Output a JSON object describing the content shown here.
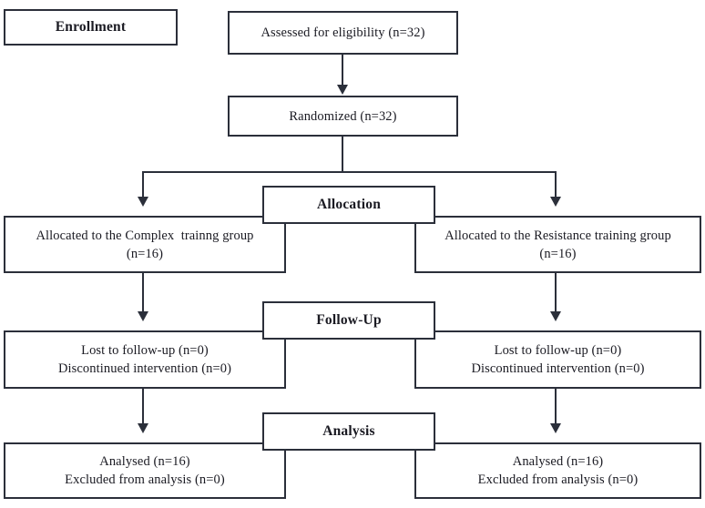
{
  "diagram": {
    "title": "CONSORT participant flow diagram",
    "stroke_color": "#2b2f3a",
    "text_color": "#1a1a22",
    "background_color": "#ffffff"
  },
  "stages": {
    "enrollment_label": "Enrollment",
    "allocation_label": "Allocation",
    "followup_label": "Follow-Up",
    "analysis_label": "Analysis"
  },
  "enrollment": {
    "assessed_line1": "Assessed for eligibility (n=32)",
    "randomized_line1": "Randomized (n=32)"
  },
  "allocation": {
    "left": {
      "line1": "Allocated to the Complex  trainng group",
      "line2": "(n=16)"
    },
    "right": {
      "line1": "Allocated to the Resistance training group",
      "line2": "(n=16)"
    }
  },
  "followup": {
    "left": {
      "line1": "Lost to follow-up (n=0)",
      "line2": "Discontinued intervention (n=0)"
    },
    "right": {
      "line1": "Lost to follow-up (n=0)",
      "line2": "Discontinued intervention (n=0)"
    }
  },
  "analysis": {
    "left": {
      "line1": "Analysed (n=16)",
      "line2": "Excluded from analysis (n=0)"
    },
    "right": {
      "line1": "Analysed (n=16)",
      "line2": "Excluded from analysis (n=0)"
    }
  }
}
